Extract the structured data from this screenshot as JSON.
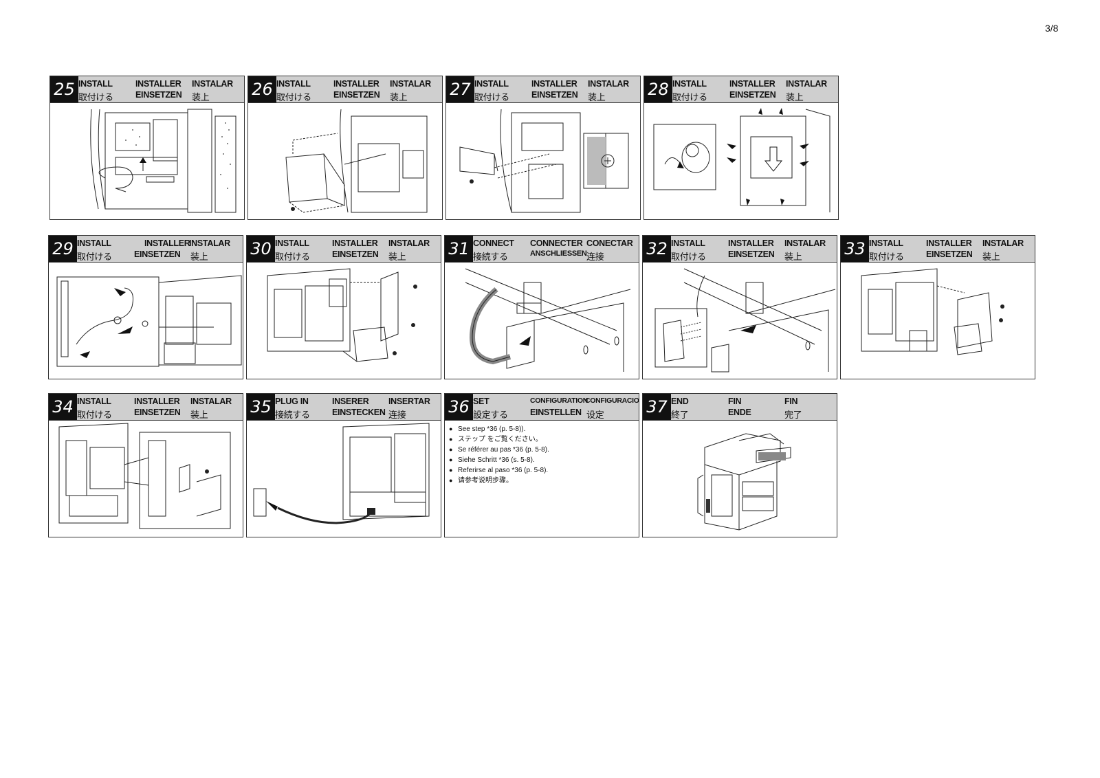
{
  "page_number": "3/8",
  "steps": [
    {
      "num": "25",
      "en": "INSTALL",
      "ja": "取付ける",
      "fr": "INSTALLER",
      "de": "EINSETZEN",
      "es": "INSTALAR",
      "zh": "装上"
    },
    {
      "num": "26",
      "en": "INSTALL",
      "ja": "取付ける",
      "fr": "INSTALLER",
      "de": "EINSETZEN",
      "es": "INSTALAR",
      "zh": "装上"
    },
    {
      "num": "27",
      "en": "INSTALL",
      "ja": "取付ける",
      "fr": "INSTALLER",
      "de": "EINSETZEN",
      "es": "INSTALAR",
      "zh": "装上"
    },
    {
      "num": "28",
      "en": "INSTALL",
      "ja": "取付ける",
      "fr": "INSTALLER",
      "de": "EINSETZEN",
      "es": "INSTALAR",
      "zh": "装上"
    },
    {
      "num": "29",
      "en": "INSTALL",
      "ja": "取付ける",
      "fr": "INSTALLER",
      "de": "EINSETZEN",
      "es": "INSTALAR",
      "zh": "装上"
    },
    {
      "num": "30",
      "en": "INSTALL",
      "ja": "取付ける",
      "fr": "INSTALLER",
      "de": "EINSETZEN",
      "es": "INSTALAR",
      "zh": "装上"
    },
    {
      "num": "31",
      "en": "CONNECT",
      "ja": "接続する",
      "fr": "CONNECTER",
      "de": "ANSCHLIESSEN",
      "es": "CONECTAR",
      "zh": "连接"
    },
    {
      "num": "32",
      "en": "INSTALL",
      "ja": "取付ける",
      "fr": "INSTALLER",
      "de": "EINSETZEN",
      "es": "INSTALAR",
      "zh": "装上"
    },
    {
      "num": "33",
      "en": "INSTALL",
      "ja": "取付ける",
      "fr": "INSTALLER",
      "de": "EINSETZEN",
      "es": "INSTALAR",
      "zh": "装上"
    },
    {
      "num": "34",
      "en": "INSTALL",
      "ja": "取付ける",
      "fr": "INSTALLER",
      "de": "EINSETZEN",
      "es": "INSTALAR",
      "zh": "装上"
    },
    {
      "num": "35",
      "en": "PLUG IN",
      "ja": "接続する",
      "fr": "INSERER",
      "de": "EINSTECKEN",
      "es": "INSERTAR",
      "zh": "连接"
    },
    {
      "num": "36",
      "en": "SET",
      "ja": "設定する",
      "fr": "CONFIGURATION",
      "de": "EINSTELLEN",
      "es": "CONFIGURACION",
      "zh": "设定",
      "notes": [
        "See step *36 (p. 5-8)).",
        "ステップ をご覧ください。",
        "Se référer au pas *36 (p. 5-8).",
        "Siehe Schritt *36 (s. 5-8).",
        "Referirse al paso *36 (p. 5-8).",
        "请参考说明步骤。"
      ]
    },
    {
      "num": "37",
      "en": "END",
      "ja": "終了",
      "fr": "FIN",
      "de": "ENDE",
      "es": "FIN",
      "zh": "完了"
    }
  ]
}
